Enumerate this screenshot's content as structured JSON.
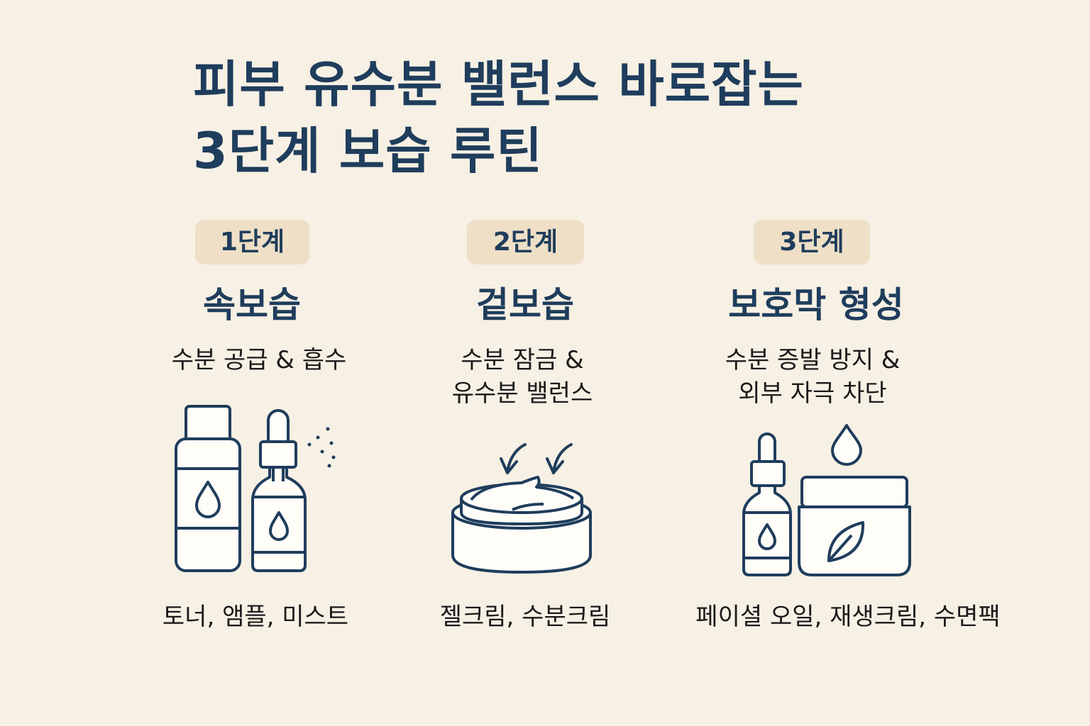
{
  "title": {
    "line1": "피부 유수분 밸런스 바로잡는",
    "line2": "3단계 보습 루틴"
  },
  "steps": [
    {
      "badge": "1단계",
      "heading": "속보습",
      "desc": [
        "수분 공급 & 흡수"
      ],
      "products": "토너, 앰플, 미스트"
    },
    {
      "badge": "2단계",
      "heading": "겉보습",
      "desc": [
        "수분 잠금 &",
        "유수분 밸런스"
      ],
      "products": "젤크림, 수분크림"
    },
    {
      "badge": "3단계",
      "heading": "보호막 형성",
      "desc": [
        "수분 증발 방지 &",
        "외부 자극 차단"
      ],
      "products": "페이셜 오일, 재생크림, 수면팩"
    }
  ],
  "colors": {
    "background": "#f7f0e4",
    "navy": "#1f3d5c",
    "badge": "#eedfc6",
    "outline": "#1f3d5c",
    "fill": "#fffdf8"
  }
}
